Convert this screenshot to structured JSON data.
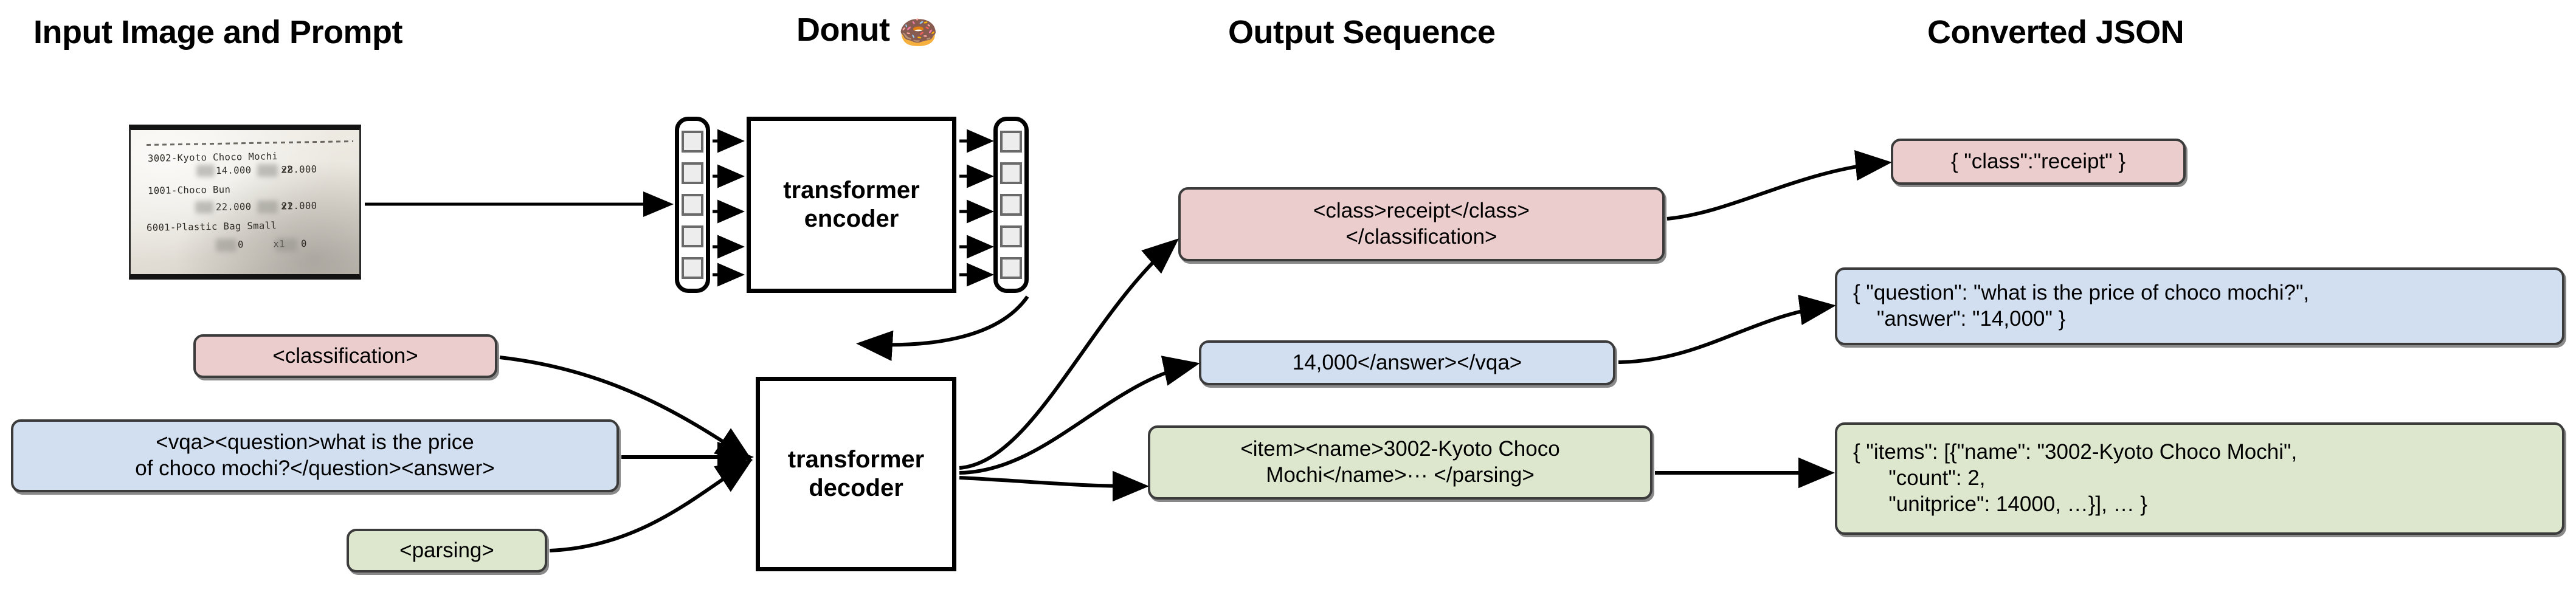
{
  "columns": [
    {
      "id": "input",
      "title": "Input Image and Prompt"
    },
    {
      "id": "model",
      "title": "Donut ",
      "emoji": "🍩"
    },
    {
      "id": "output",
      "title": "Output Sequence"
    },
    {
      "id": "json",
      "title": "Converted JSON"
    }
  ],
  "receipt": {
    "name": "receipt-photo",
    "lines": [
      {
        "text": "3002-Kyoto Choco Mochi"
      },
      {
        "text": "14.000     x2"
      },
      {
        "text": "1001-Choco Bun"
      },
      {
        "text": "22.000     x1"
      },
      {
        "text": "6001-Plastic Bag Small"
      },
      {
        "text": "0     x1"
      }
    ],
    "right_column": [
      "28.000",
      "22.000",
      "0"
    ]
  },
  "model": {
    "encoder_label": "transformer\nencoder",
    "encoder_label_l1": "transformer",
    "encoder_label_l2": "encoder",
    "decoder_label_l1": "transformer",
    "decoder_label_l2": "decoder",
    "encoder_input_tokens": 5,
    "encoder_output_tokens": 5
  },
  "prompts": [
    {
      "id": "classification",
      "color": "#eccdcd",
      "lines": [
        "<classification>"
      ]
    },
    {
      "id": "vqa",
      "color": "#d2dff0",
      "lines": [
        "<vqa><question>what is the price",
        "of choco mochi?</question><answer>"
      ]
    },
    {
      "id": "parsing",
      "color": "#dde7ce",
      "lines": [
        "<parsing>"
      ]
    }
  ],
  "outputs": [
    {
      "id": "classification-output",
      "color": "#eccdcd",
      "lines": [
        "<class>receipt</class>",
        "</classification>"
      ]
    },
    {
      "id": "vqa-output",
      "color": "#d2dff0",
      "lines": [
        "14,000</answer></vqa>"
      ]
    },
    {
      "id": "parsing-output",
      "color": "#dde7ce",
      "lines": [
        "<item><name>3002-Kyoto Choco",
        "Mochi</name>··· </parsing>"
      ]
    }
  ],
  "json_results": [
    {
      "id": "classification-json",
      "color": "#eccdcd",
      "lines": [
        "{ \"class\":\"receipt\" }"
      ]
    },
    {
      "id": "vqa-json",
      "color": "#d2dff0",
      "lines": [
        "{ \"question\": \"what is the price of choco mochi?\",",
        "    \"answer\": \"14,000\" }"
      ]
    },
    {
      "id": "parsing-json",
      "color": "#dde7ce",
      "lines": [
        "{ \"items\": [{\"name\": \"3002-Kyoto Choco Mochi\",",
        "      \"count\": 2,",
        "      \"unitprice\": 14000, …}], … }"
      ]
    }
  ],
  "colors": {
    "pink": "#eccdcd",
    "blue": "#d2dff0",
    "green": "#dde7ce",
    "box_border": "#3b3b3b",
    "model_border": "#000000",
    "token_fill": "#ededed",
    "token_border": "#6a6a6a"
  }
}
